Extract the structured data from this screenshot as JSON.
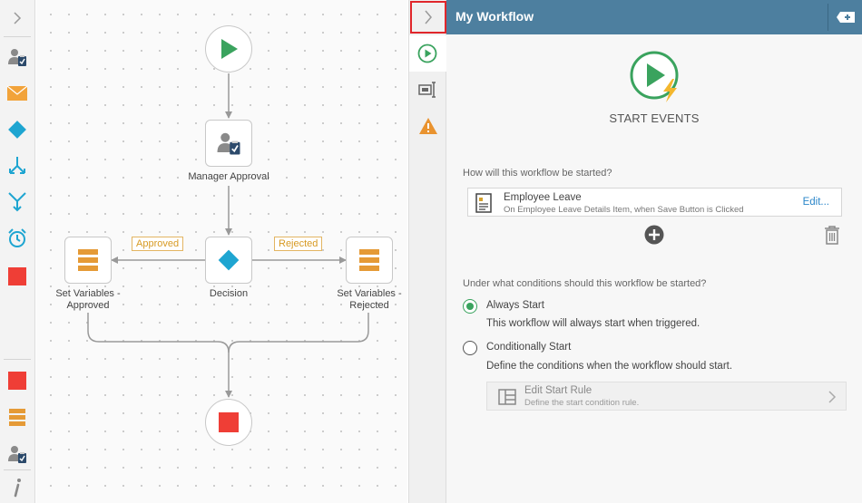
{
  "canvas": {
    "nodes": {
      "manager_approval": "Manager Approval",
      "decision": "Decision",
      "set_variables_approved": "Set Variables - Approved",
      "set_variables_rejected": "Set Variables - Rejected"
    },
    "branch_labels": {
      "approved": "Approved",
      "rejected": "Rejected"
    }
  },
  "panel": {
    "title": "My Workflow",
    "hero_title": "START EVENTS",
    "question_started": "How will this workflow be started?",
    "event": {
      "name": "Employee Leave",
      "description": "On Employee Leave Details Item, when Save Button is Clicked",
      "edit_label": "Edit..."
    },
    "question_conditions": "Under what conditions should this workflow be started?",
    "options": {
      "always": {
        "label": "Always Start",
        "description": "This workflow will always start when triggered.",
        "selected": true
      },
      "conditional": {
        "label": "Conditionally Start",
        "description": "Define the conditions when the workflow should start.",
        "selected": false
      }
    },
    "rule": {
      "title": "Edit Start Rule",
      "description": "Define the start condition rule."
    }
  },
  "colors": {
    "header": "#4d7f9f",
    "start_green": "#3aa35e",
    "decision_blue": "#1ea5d1",
    "stop_red": "#ef3e36",
    "variables_orange": "#e59a36",
    "warning_orange": "#e9932f",
    "highlight_red": "#e0262b",
    "link_blue": "#2a86c9"
  }
}
